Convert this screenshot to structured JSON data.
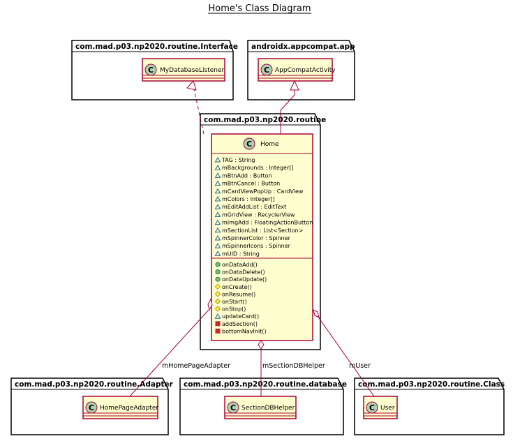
{
  "title": "Home's Class Diagram",
  "colors": {
    "package_fill": "#ffffff",
    "package_border": "#000000",
    "class_fill": "#fefece",
    "class_border": "#a80036",
    "circle_fill": "#add1b2",
    "line": "#a80036",
    "pub": "#84be84",
    "pkgvis": "#1963a0",
    "protected": "#ffff44",
    "private": "#c82930"
  },
  "packages": {
    "interface": {
      "name": "com.mad.p03.np2020.routine.Interface",
      "class_name": "MyDatabaseListener",
      "stereotype_icon": "C"
    },
    "appcompat": {
      "name": "androidx.appcompat.app",
      "class_name": "AppCompatActivity",
      "stereotype_icon": "C"
    },
    "routine": {
      "name": "com.mad.p03.np2020.routine",
      "class_name": "Home",
      "stereotype_icon": "C"
    },
    "adapter": {
      "name": "com.mad.p03.np2020.routine.Adapter",
      "class_name": "HomePageAdapter",
      "stereotype_icon": "C"
    },
    "database": {
      "name": "com.mad.p03.np2020.routine.database",
      "class_name": "SectionDBHelper",
      "stereotype_icon": "C"
    },
    "classpkg": {
      "name": "com.mad.p03.np2020.routine.Class",
      "class_name": "User",
      "stereotype_icon": "C"
    }
  },
  "home_fields": [
    {
      "vis": "package",
      "text": "TAG : String"
    },
    {
      "vis": "package",
      "text": "mBackgrounds : Integer[]"
    },
    {
      "vis": "package",
      "text": "mBtnAdd : Button"
    },
    {
      "vis": "package",
      "text": "mBtnCancel : Button"
    },
    {
      "vis": "package",
      "text": "mCardViewPopUp : CardView"
    },
    {
      "vis": "package",
      "text": "mColors : Integer[]"
    },
    {
      "vis": "package",
      "text": "mEditAddList : EditText"
    },
    {
      "vis": "package",
      "text": "mGridView : RecyclerView"
    },
    {
      "vis": "package",
      "text": "mImgAdd : FloatingActionButton"
    },
    {
      "vis": "package",
      "text": "mSectionList : List<Section>"
    },
    {
      "vis": "package",
      "text": "mSpinnerColor : Spinner"
    },
    {
      "vis": "package",
      "text": "mSpinnerIcons : Spinner"
    },
    {
      "vis": "package",
      "text": "mUID : String"
    }
  ],
  "home_methods": [
    {
      "vis": "public",
      "text": "onDataAdd()"
    },
    {
      "vis": "public",
      "text": "onDataDelete()"
    },
    {
      "vis": "public",
      "text": "onDataUpdate()"
    },
    {
      "vis": "protected",
      "text": "onCreate()"
    },
    {
      "vis": "protected",
      "text": "onResume()"
    },
    {
      "vis": "protected",
      "text": "onStart()"
    },
    {
      "vis": "protected",
      "text": "onStop()"
    },
    {
      "vis": "package",
      "text": "updateCard()"
    },
    {
      "vis": "private",
      "text": "addSection()"
    },
    {
      "vis": "private",
      "text": "bottomNavInit()"
    }
  ],
  "relations": {
    "adapter_label": "mHomePageAdapter",
    "database_label": "mSectionDBHelper",
    "user_label": "mUser"
  }
}
